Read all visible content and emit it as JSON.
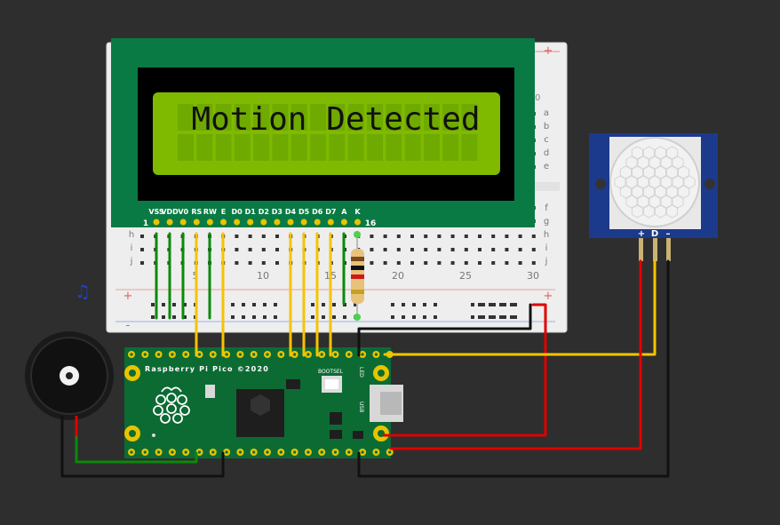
{
  "lcd": {
    "message": "Motion Detected",
    "pins": [
      "VSS",
      "VDD",
      "V0",
      "RS",
      "RW",
      "E",
      "D0",
      "D1",
      "D2",
      "D3",
      "D4",
      "D5",
      "D6",
      "D7",
      "A",
      "K"
    ],
    "pin_first": "1",
    "pin_last": "16"
  },
  "breadboard": {
    "row_letters_top": [
      "a",
      "b",
      "c",
      "d",
      "e"
    ],
    "row_letters_bottom": [
      "f",
      "g",
      "h",
      "i",
      "j"
    ],
    "column_numbers": [
      "5",
      "10",
      "15",
      "20",
      "25",
      "30"
    ],
    "column_zero": "0",
    "rail_plus": "+",
    "rail_minus": "-"
  },
  "pico": {
    "label": "Raspberry Pi Pico ©2020",
    "bootsel": "BOOTSEL",
    "led": "LED",
    "usb": "USB"
  },
  "pir": {
    "pins": [
      "+",
      "D",
      "–"
    ]
  },
  "buzzer": {
    "note_icon": "♫"
  },
  "colors": {
    "wire_yellow": "#f5c400",
    "wire_red": "#e00000",
    "wire_black": "#111111",
    "wire_green": "#0a8a0a",
    "lcd_green": "#7fba00",
    "pcb_green": "#0c6b33",
    "pir_blue": "#1c3a8c"
  }
}
